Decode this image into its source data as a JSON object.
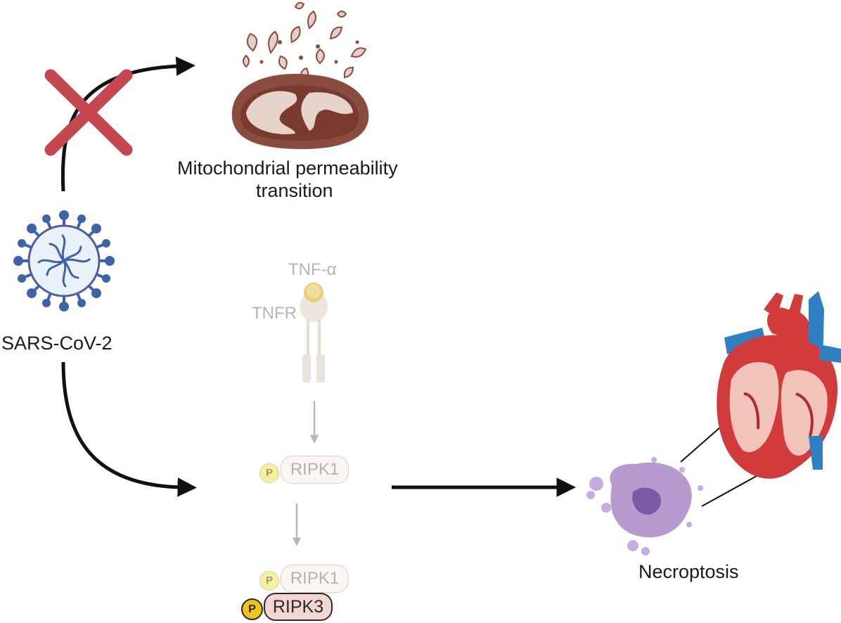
{
  "labels": {
    "mpt_line1": "Mitochondrial permeability",
    "mpt_line2": "transition",
    "virus": "SARS-CoV-2",
    "tnf_alpha": "TNF-α",
    "tnfr": "TNFR",
    "necroptosis": "Necroptosis",
    "ripk1_top": "RIPK1",
    "ripk1_bottom": "RIPK1",
    "ripk3": "RIPK3",
    "phospho": "P"
  },
  "icons": {
    "blocked": "red-x-icon",
    "virus": "coronavirus-icon",
    "mitochondrion": "damaged-mitochondrion-icon",
    "receptor": "tnf-receptor-icon",
    "dying_cell": "necroptotic-cell-icon",
    "heart": "heart-cross-section-icon"
  },
  "colors": {
    "arrow": "#111111",
    "faded_arrow": "#b8b8b8",
    "block_x": "#c5474f",
    "virus": "#3e63a8",
    "mito": "#8a4c3e",
    "cell": "#a98bc7",
    "heart_red": "#d13b3b",
    "heart_blue": "#2f7fc1",
    "phospho_badge": "#f0c419"
  }
}
